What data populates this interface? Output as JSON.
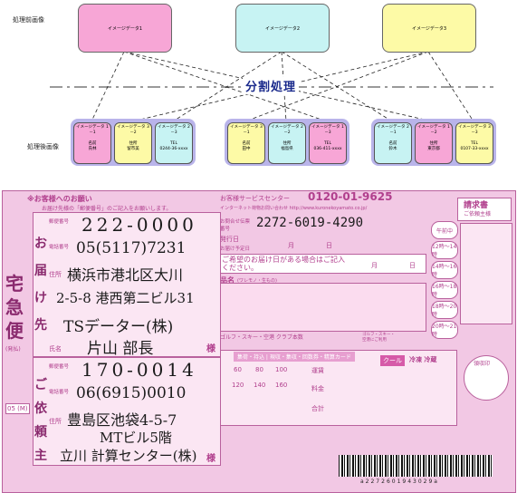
{
  "diagram": {
    "label_before": "処理前画像",
    "label_after": "処理後画像",
    "divider_text": "分割処理",
    "top_boxes": [
      {
        "label": "イメージデータ1",
        "color": "#f7a6d6"
      },
      {
        "label": "イメージデータ2",
        "color": "#c7f3f3"
      },
      {
        "label": "イメージデータ3",
        "color": "#fdfaa6"
      }
    ],
    "groups": [
      {
        "color": "#b9b4ea",
        "subs": [
          {
            "title": "イメージデータ 1－1",
            "field": "名前",
            "value": "氏林",
            "color": "#f7a6d6"
          },
          {
            "title": "イメージデータ 3－2",
            "field": "住所",
            "value": "留市美",
            "color": "#fdfaa6"
          },
          {
            "title": "イメージデータ 2－3",
            "field": "TEL",
            "value": "0244-36-xxxx",
            "color": "#c7f3f3"
          }
        ]
      },
      {
        "color": "#b9b4ea",
        "subs": [
          {
            "title": "イメージデータ 3－1",
            "field": "名前",
            "value": "田中",
            "color": "#fdfaa6"
          },
          {
            "title": "イメージデータ 2－2",
            "field": "住所",
            "value": "福島県",
            "color": "#c7f3f3"
          },
          {
            "title": "イメージデータ 1－3",
            "field": "TEL",
            "value": "036-411-xxxx",
            "color": "#f7a6d6"
          }
        ]
      },
      {
        "color": "#b9b4ea",
        "subs": [
          {
            "title": "イメージデータ 2－1",
            "field": "名前",
            "value": "鈴木",
            "color": "#c7f3f3"
          },
          {
            "title": "イメージデータ 1－2",
            "field": "住所",
            "value": "東京都",
            "color": "#f7a6d6"
          },
          {
            "title": "イメージデータ 3－3",
            "field": "TEL",
            "value": "0107-33-xxxx",
            "color": "#fdfaa6"
          }
        ]
      }
    ]
  },
  "waybill": {
    "header_request": "※お客様へのお願い",
    "header_note": "お届け先様の「郵便番号」のご記入をお願いします。",
    "service_center": "お客様サービスセンター",
    "phone_freedial": "0120-01-9625",
    "internet_note": "インターネット荷物お問い合わせ http://www.kuronekoyamato.co.jp/",
    "tracking_label": "お問合せ伝票番号",
    "tracking_number": "2272-6019-4290",
    "seikyu": "請求書",
    "seikyu_sub": "ご依頼主様",
    "ship_date_label": "発行日",
    "month": "月",
    "day": "日",
    "delivery_date_label": "お届け予定日",
    "delivery_wish": "ご希望のお届け日がある場合はご記入ください。",
    "item_label": "品名",
    "item_note": "(ワレモノ・生もの)",
    "time_options": [
      "午前中",
      "12時～14時",
      "14時～16時",
      "16時～18時",
      "18時～20時",
      "20時～21時"
    ],
    "to_postal": "222-0000",
    "to_tel": "05(5117)7231",
    "to_address1": "横浜市港北区大川",
    "to_address2": "2-5-8 港西第二ビル31",
    "to_company": "TSデーター(株)",
    "to_name": "片山 部長",
    "sama": "様",
    "from_postal": "170-0014",
    "from_tel": "06(6915)0010",
    "from_address1": "豊島区池袋4-5-7",
    "from_address2": "MTビル5階",
    "from_company": "立川 計算センター(株)",
    "brand": "宅急便",
    "brand_sub": "(発払)",
    "form_no": "05 (M)",
    "sizes_row1": [
      "60",
      "80",
      "100"
    ],
    "sizes_row2": [
      "120",
      "140",
      "160"
    ],
    "charge_header": "集荷・持込 | 現収・集収・回数券・精算カード",
    "row_labels": [
      "運賃",
      "料金",
      "合計"
    ],
    "cool": "クール",
    "frozen_refrig": "冷凍 冷蔵",
    "golf_ski": "ゴルフ・スキー・空港 クラブ本数",
    "golf_note": "ゴルフ・スキー・空港にご利用",
    "receipt_stamp": "領収印",
    "barcode_text": "a2272601943029a",
    "side_chars_to": [
      "お",
      "届",
      "け",
      "先"
    ],
    "side_chars_from": [
      "ご",
      "依",
      "頼",
      "主"
    ],
    "labels_postal": "郵便番号",
    "labels_tel": "電話番号",
    "labels_address": "住所",
    "labels_name": "氏名"
  }
}
